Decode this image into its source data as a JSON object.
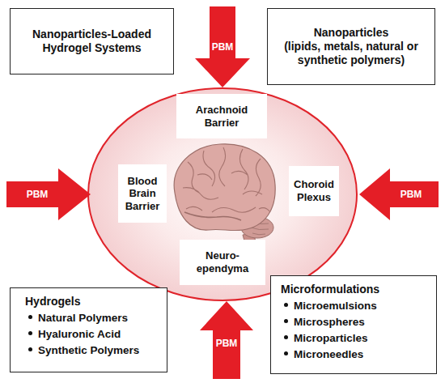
{
  "diagram": {
    "nodes": [
      {
        "text": [
          "Nanoparticles-Loaded Hydrogel Systems"
        ]
      },
      {
        "text": [
          "Nanoparticles",
          "(lipids, metals, natural or synthetic polymers)"
        ]
      },
      {
        "text": [
          "Arachnoid Barrier"
        ]
      },
      {
        "text": [
          "Blood Brain Barrier"
        ]
      },
      {
        "text": [
          "Choroid Plexus"
        ]
      },
      {
        "text": [
          "Neuro-ependyma"
        ]
      },
      {
        "text": [
          "Hydrogels",
          "Natural Polymers",
          "Hyaluronic Acid",
          "Synthetic Polymers"
        ]
      },
      {
        "text": [
          "Microformulations",
          "Microemulsions",
          "Microspheres",
          "Microparticles",
          "Microneedles"
        ]
      }
    ],
    "labels": [
      "PBM",
      "PBM",
      "PBM",
      "PBM"
    ]
  }
}
